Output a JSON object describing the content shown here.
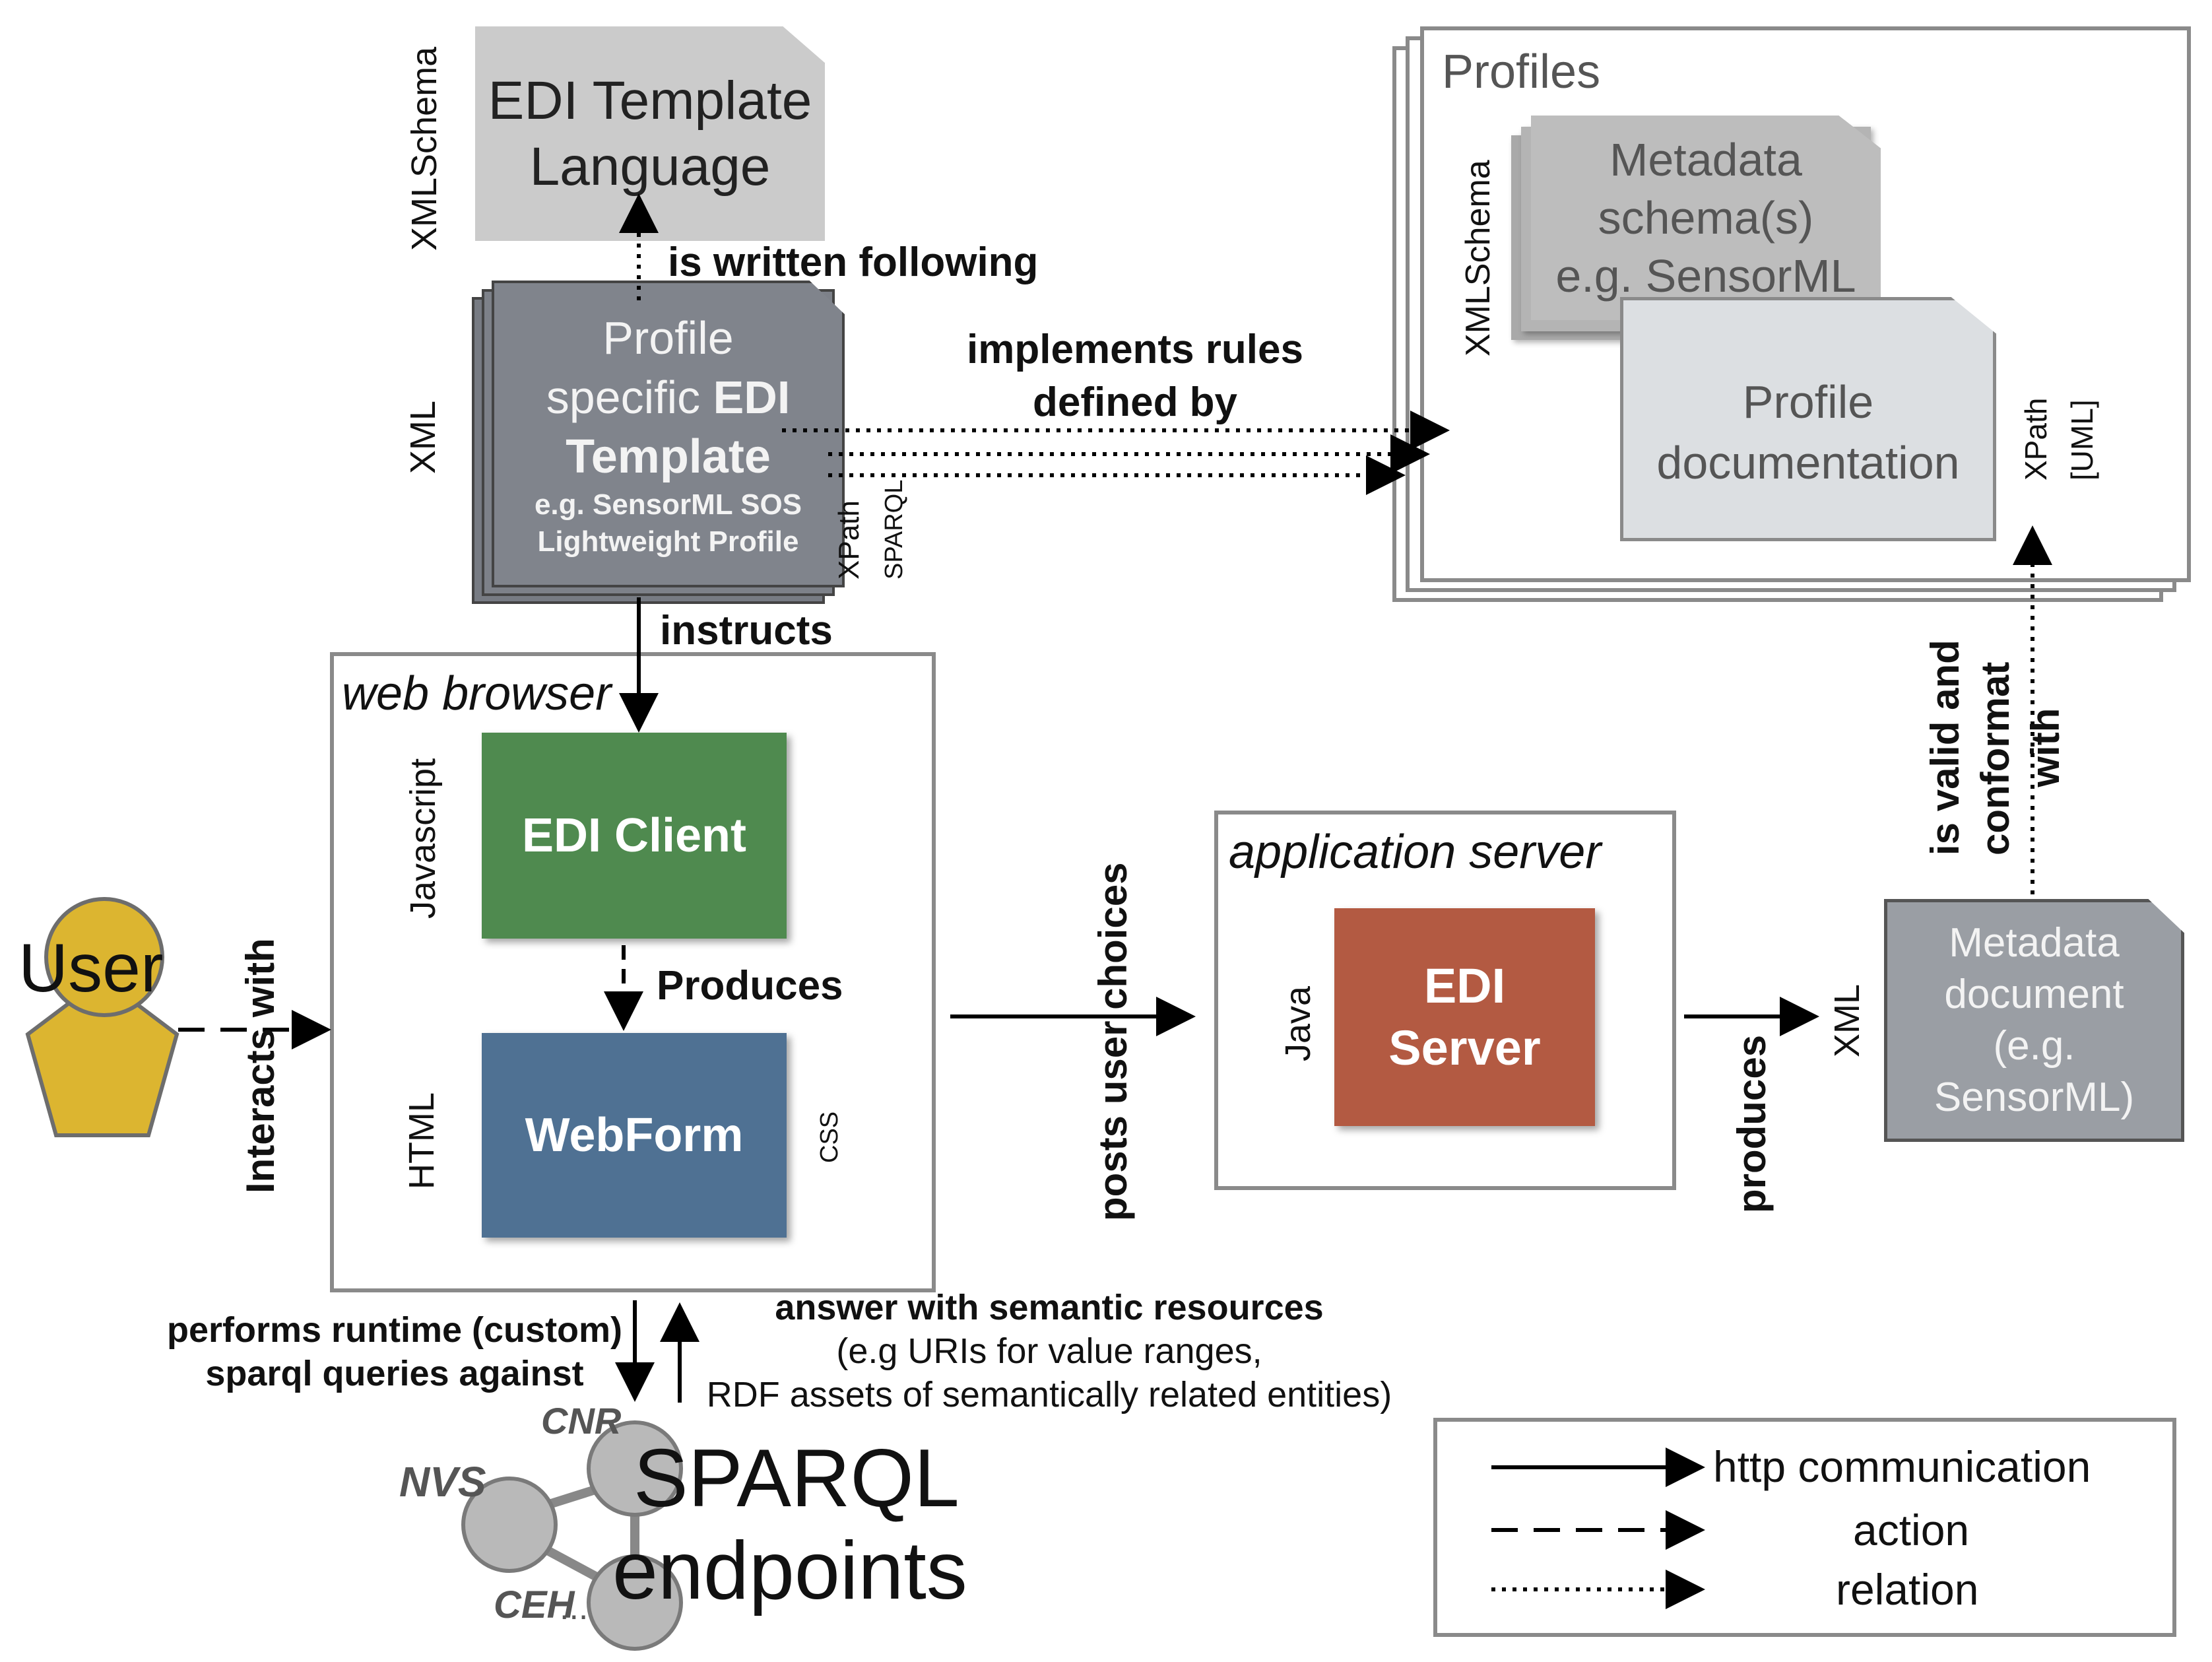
{
  "nodes": {
    "edi_template_language": {
      "lines": [
        "EDI Template",
        "Language"
      ],
      "side_label": "XMLSchema"
    },
    "profile_template": {
      "line1": "Profile",
      "line2_pre": "specific ",
      "line2_bold": "EDI",
      "line3": "Template",
      "example1": "e.g. SensorML SOS",
      "example2": "Lightweight Profile",
      "side_label": "XML",
      "right_label1": "XPath",
      "right_label2": "SPARQL"
    },
    "profiles_group": {
      "title": "Profiles",
      "side_label": "XMLSchema",
      "metadata_schema": [
        "Metadata",
        "schema(s)",
        "e.g. SensorML"
      ],
      "profile_documentation": [
        "Profile",
        "documentation"
      ],
      "right_label1": "XPath",
      "right_label2": "[UML]"
    },
    "web_browser": {
      "title": "web browser",
      "edi_client": "EDI Client",
      "edi_client_side": "Javascript",
      "webform": "WebForm",
      "webform_side": "HTML",
      "webform_right": "CSS"
    },
    "application_server": {
      "title": "application server",
      "edi_server": [
        "EDI",
        "Server"
      ],
      "side_label": "Java"
    },
    "metadata_document": {
      "lines": [
        "Metadata",
        "document",
        "(e.g.",
        "SensorML)"
      ],
      "side_label": "XML"
    },
    "user": {
      "label": "User"
    },
    "sparql": {
      "title_lines": [
        "SPARQL",
        "endpoints"
      ],
      "nodes": [
        "CNR",
        "NVS",
        "CEH",
        "..."
      ]
    }
  },
  "edge_labels": {
    "is_written_following": "is written following",
    "implements_rules": [
      "implements rules",
      "defined by"
    ],
    "instructs": "instructs",
    "produces_form": "Produces",
    "interacts_with": "Interacts with",
    "posts_user_choices": "posts user choices",
    "produces_doc": "produces",
    "is_valid": [
      "is valid and",
      "conformat",
      "with"
    ],
    "performs_queries": [
      "performs runtime (custom)",
      "sparql queries against"
    ],
    "answer_bold": "answer with semantic resources",
    "answer_lines": [
      "(e.g URIs for value ranges,",
      "RDF assets of semantically related entities)"
    ]
  },
  "legend": {
    "http": "http communication",
    "action": "action",
    "relation": "relation"
  },
  "colors": {
    "green": "#4f8a4f",
    "blue": "#4f7193",
    "red": "#b35a42",
    "dark_gray": "#7b7f87",
    "light_gray": "#c9c9c9",
    "very_light_gray": "#dcdfe2",
    "doc_gray": "#9a9ea4",
    "user_yellow": "#dcb530",
    "node_gray": "#b9b9b9"
  }
}
